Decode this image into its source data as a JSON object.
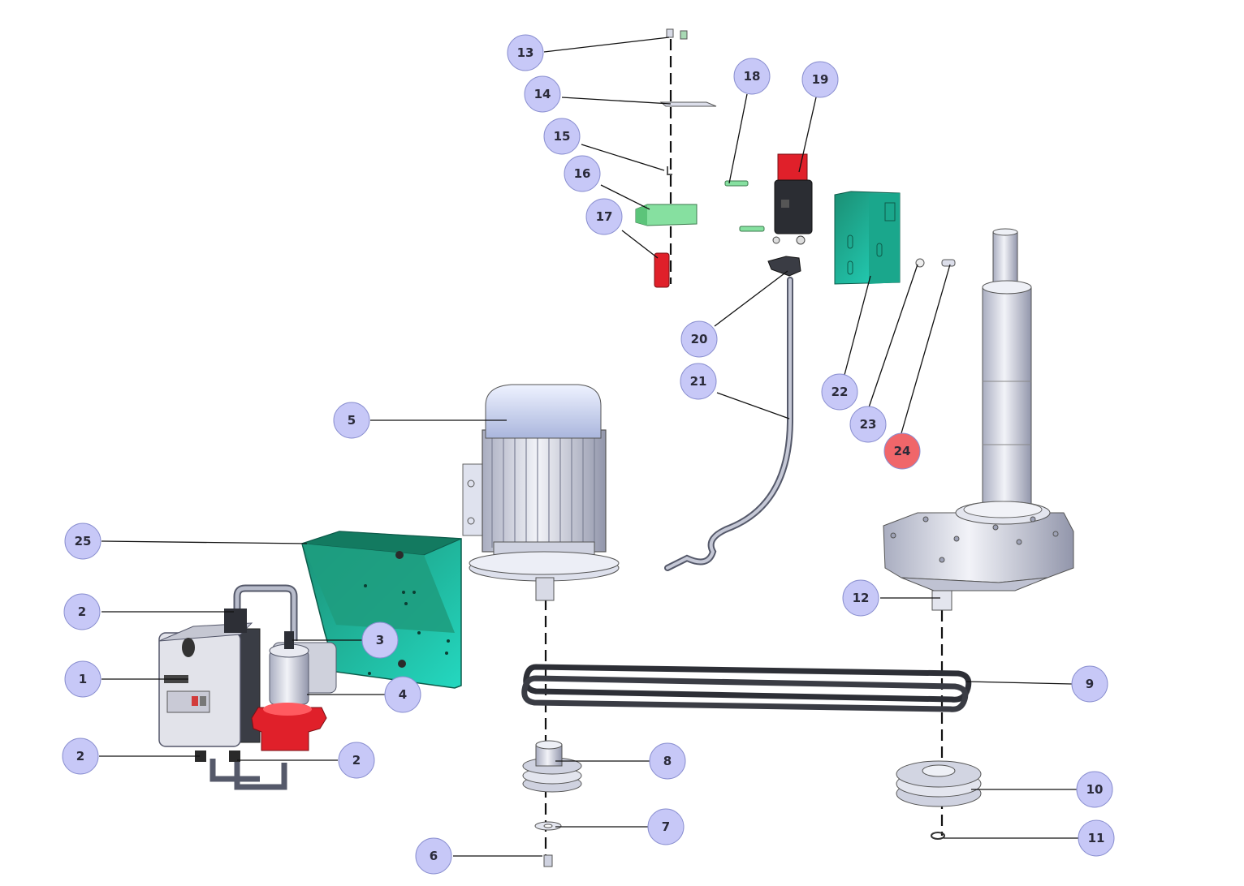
{
  "diagram": {
    "title": "Exploded parts view",
    "colors": {
      "callout_fill": "#c7c8f7",
      "callout_highlight": "#f0666a",
      "green_panel": "#1ebfa4",
      "red_part": "#e0202a",
      "light_green": "#86e0a0",
      "metal": "#d9dbe6"
    },
    "callouts": [
      {
        "label": "1"
      },
      {
        "label": "2"
      },
      {
        "label": "2"
      },
      {
        "label": "2"
      },
      {
        "label": "3"
      },
      {
        "label": "4"
      },
      {
        "label": "5"
      },
      {
        "label": "6"
      },
      {
        "label": "7"
      },
      {
        "label": "8"
      },
      {
        "label": "9"
      },
      {
        "label": "10"
      },
      {
        "label": "11"
      },
      {
        "label": "12"
      },
      {
        "label": "13"
      },
      {
        "label": "14"
      },
      {
        "label": "15"
      },
      {
        "label": "16"
      },
      {
        "label": "17"
      },
      {
        "label": "18"
      },
      {
        "label": "19"
      },
      {
        "label": "20"
      },
      {
        "label": "21"
      },
      {
        "label": "22"
      },
      {
        "label": "23"
      },
      {
        "label": "24",
        "highlighted": true
      },
      {
        "label": "25"
      }
    ],
    "parts": [
      {
        "name": "switch-box"
      },
      {
        "name": "cable-gland"
      },
      {
        "name": "knob-switch"
      },
      {
        "name": "motor"
      },
      {
        "name": "motor-guard"
      },
      {
        "name": "drive-belt"
      },
      {
        "name": "motor-pulley"
      },
      {
        "name": "gearbox-pulley"
      },
      {
        "name": "gearbox-column"
      },
      {
        "name": "safety-switch"
      },
      {
        "name": "switch-bracket"
      },
      {
        "name": "flex-cable"
      },
      {
        "name": "lid-plate"
      },
      {
        "name": "actuator-block"
      },
      {
        "name": "actuator-pin"
      }
    ]
  }
}
